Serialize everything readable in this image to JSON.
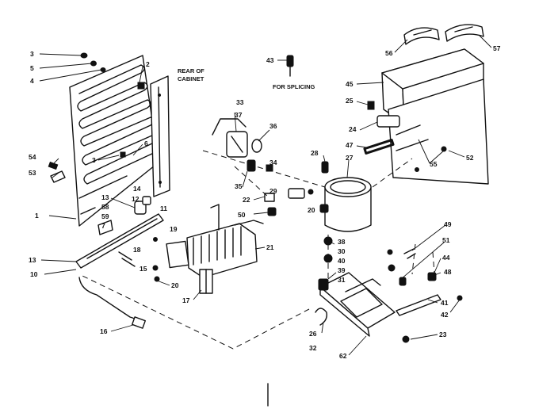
{
  "labels": {
    "l3a": "3",
    "l5": "5",
    "l4": "4",
    "l2": "2",
    "l6": "6",
    "l3b": "3",
    "l54": "54",
    "l53": "53",
    "l13a": "13",
    "l14": "14",
    "l12": "12",
    "l11": "11",
    "l58": "58",
    "l59": "59",
    "l7": "7",
    "l1": "1",
    "l19": "19",
    "l18": "18",
    "l15": "15",
    "l13b": "13",
    "l10": "10",
    "l20a": "20",
    "l17": "17",
    "l16": "16",
    "l21": "21",
    "l33": "33",
    "l37": "37",
    "l36": "36",
    "l34": "34",
    "l35": "35",
    "l22": "22",
    "l29": "29",
    "l50": "50",
    "l43": "43",
    "l28": "28",
    "l27": "27",
    "l20b": "20",
    "l38": "38",
    "l30": "30",
    "l40": "40",
    "l39": "39",
    "l31": "31",
    "l26": "26",
    "l32": "32",
    "l62": "62",
    "l23": "23",
    "l42": "42",
    "l41": "41",
    "l48": "48",
    "l44": "44",
    "l51": "51",
    "l49": "49",
    "l45": "45",
    "l25": "25",
    "l24": "24",
    "l47": "47",
    "l55": "55",
    "l52": "52",
    "l56": "56",
    "l57": "57"
  },
  "notes": {
    "rear_line1": "REAR OF",
    "rear_line2": "CABINET",
    "splicing": "FOR SPLICING"
  }
}
